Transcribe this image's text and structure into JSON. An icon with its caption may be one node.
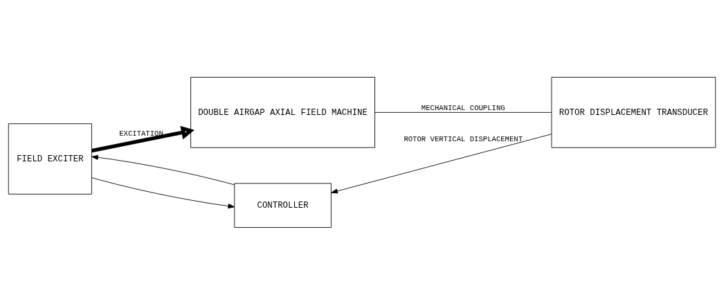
{
  "diagram": {
    "nodes": [
      {
        "text": [
          "FIELD EXCITER"
        ]
      },
      {
        "text": [
          "DOUBLE AIRGAP AXIAL FIELD MACHINE"
        ]
      },
      {
        "text": [
          "ROTOR DISPLACEMENT TRANSDUCER"
        ]
      },
      {
        "text": [
          "CONTROLLER"
        ]
      }
    ],
    "edges": [
      {
        "from": 0,
        "to": 1,
        "arrow": "to",
        "label": "EXCITATION",
        "style": "thick"
      },
      {
        "from": 1,
        "to": 2,
        "arrow": "none",
        "label": "MECHANICAL COUPLING"
      },
      {
        "from": 0,
        "to": 3,
        "arrow": "to"
      },
      {
        "from": 3,
        "to": 0,
        "arrow": "to"
      },
      {
        "from": 2,
        "to": 3,
        "arrow": "to",
        "label": "ROTOR VERTICAL DISPLACEMENT"
      }
    ]
  }
}
